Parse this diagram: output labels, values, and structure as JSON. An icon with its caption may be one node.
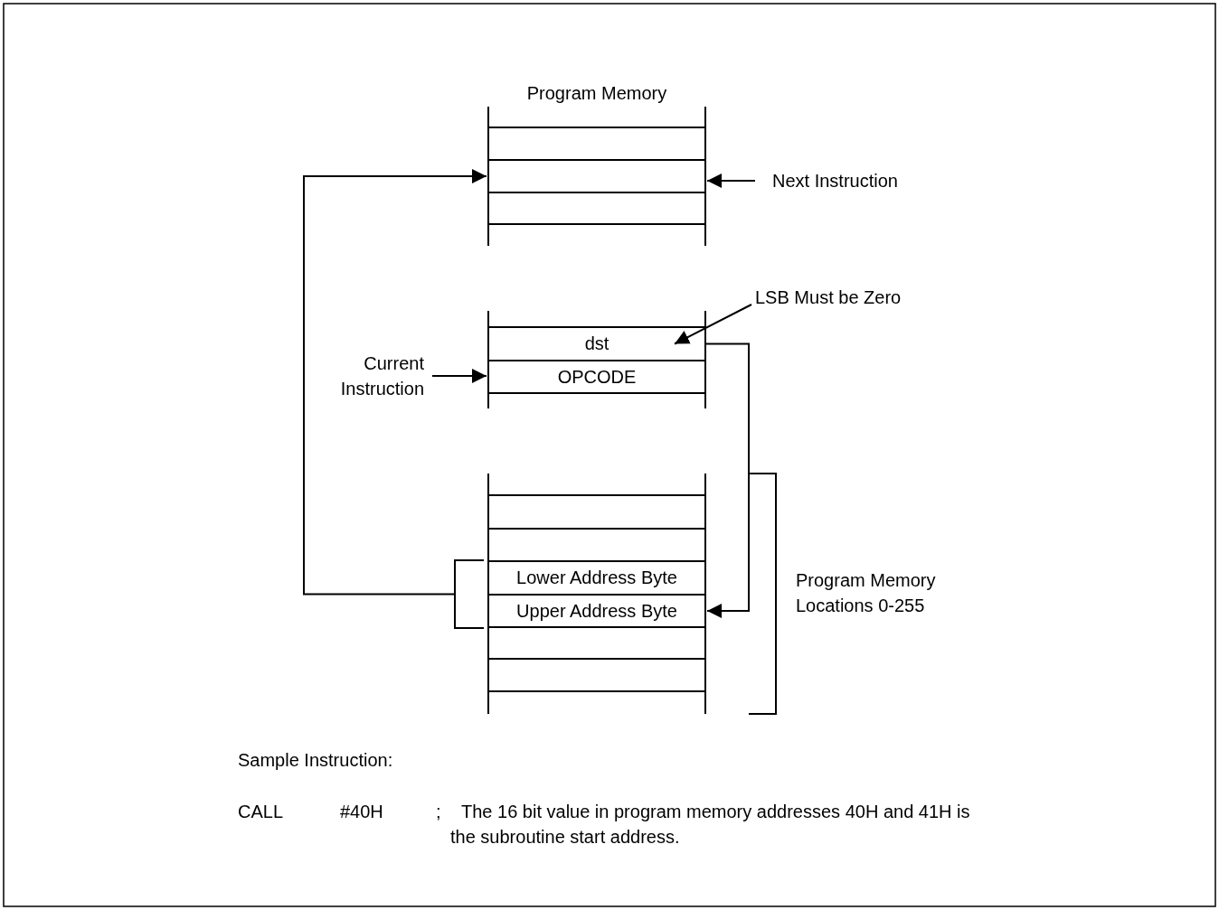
{
  "diagram": {
    "nodes": [
      {
        "text": [],
        "shape": "box"
      },
      {
        "text": [
          "Next Instruction"
        ]
      },
      {
        "text": [
          "LSB Must be Zero"
        ]
      },
      {
        "text": [
          "dst"
        ]
      },
      {
        "text": [
          "Current Instruction"
        ]
      },
      {
        "text": [
          "OPCODE"
        ]
      },
      {
        "text": [
          "Lower Address Byte"
        ]
      },
      {
        "text": [
          "Upper Address Byte"
        ]
      }
    ],
    "edges": [
      {
        "from": 1,
        "to": 0,
        "arrow": "to"
      },
      {
        "from": 2,
        "to": 3,
        "arrow": "to"
      },
      {
        "from": 4,
        "to": 5,
        "arrow": "to"
      },
      {
        "from": 3,
        "to": 7,
        "arrow": "to"
      },
      {
        "from": 6,
        "to": 0,
        "arrow": "to"
      },
      {
        "from": 7,
        "to": 0,
        "arrow": "to"
      }
    ],
    "labels": [
      "Program Memory",
      "Program Memory Locations 0-255",
      "Sample Instruction:",
      "CALL",
      "#40H",
      ";",
      "The 16 bit value in program memory addresses 40H and 41H is the subroutine start address."
    ]
  }
}
